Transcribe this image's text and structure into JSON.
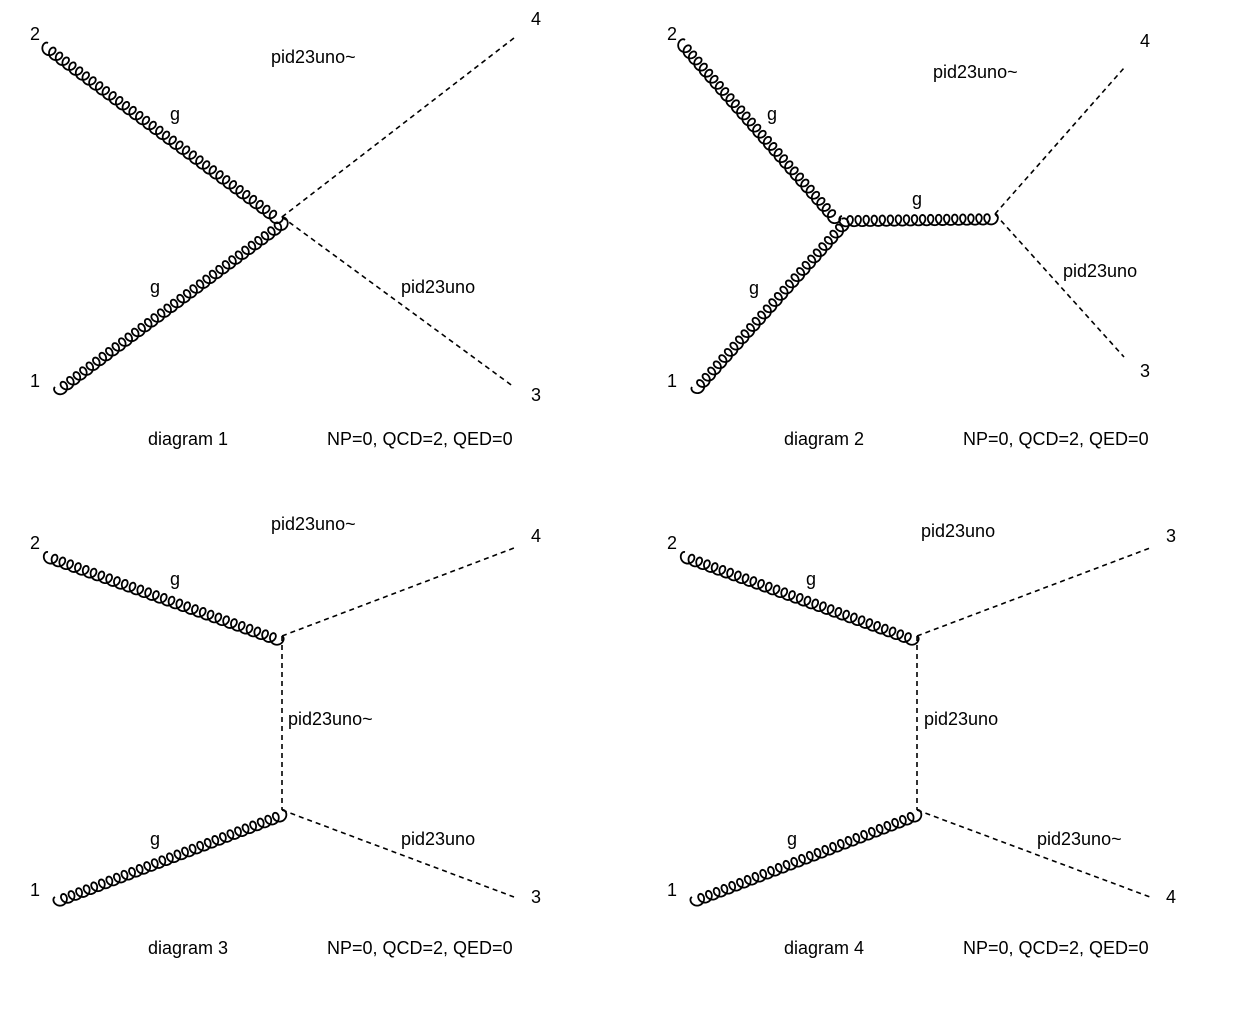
{
  "diagrams": [
    {
      "caption": "diagram 1",
      "couplings": "NP=0, QCD=2, QED=0",
      "external_labels": [
        "2",
        "4",
        "1",
        "3"
      ],
      "particle_labels": [
        "pid23uno~",
        "g",
        "g",
        "pid23uno"
      ]
    },
    {
      "caption": "diagram 2",
      "couplings": "NP=0, QCD=2, QED=0",
      "external_labels": [
        "2",
        "4",
        "1",
        "3"
      ],
      "particle_labels": [
        "pid23uno~",
        "g",
        "g",
        "g",
        "pid23uno"
      ]
    },
    {
      "caption": "diagram 3",
      "couplings": "NP=0, QCD=2, QED=0",
      "external_labels": [
        "2",
        "4",
        "1",
        "3"
      ],
      "particle_labels": [
        "pid23uno~",
        "g",
        "pid23uno~",
        "g",
        "pid23uno"
      ]
    },
    {
      "caption": "diagram 4",
      "couplings": "NP=0, QCD=2, QED=0",
      "external_labels": [
        "2",
        "3",
        "1",
        "4"
      ],
      "particle_labels": [
        "pid23uno",
        "g",
        "pid23uno",
        "g",
        "pid23uno~"
      ]
    }
  ]
}
